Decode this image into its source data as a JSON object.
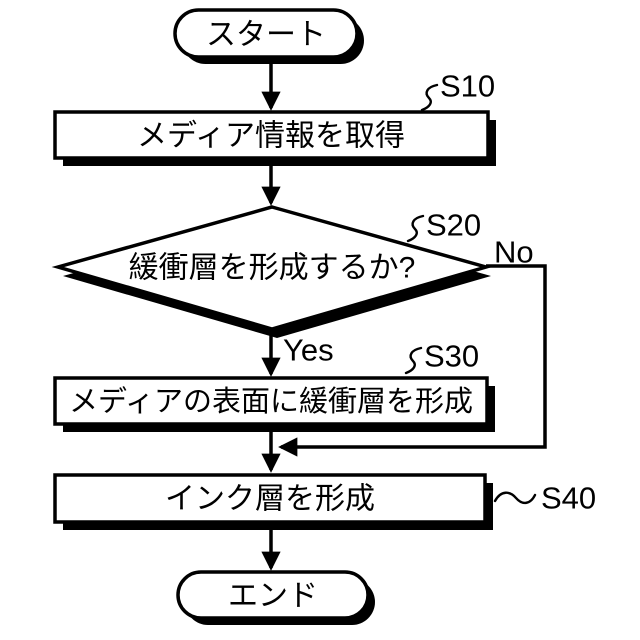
{
  "figure": {
    "background_color": "#ffffff",
    "ink_color": "#000000",
    "start": {
      "label": "スタート"
    },
    "end": {
      "label": "エンド"
    },
    "steps": {
      "s10": {
        "id": "S10",
        "label": "メディア情報を取得"
      },
      "s20": {
        "id": "S20",
        "label": "緩衝層を形成するか?"
      },
      "s30": {
        "id": "S30",
        "label": "メディアの表面に緩衝層を形成"
      },
      "s40": {
        "id": "S40",
        "label": "インク層を形成"
      }
    },
    "branches": {
      "yes": "Yes",
      "no": "No"
    }
  }
}
